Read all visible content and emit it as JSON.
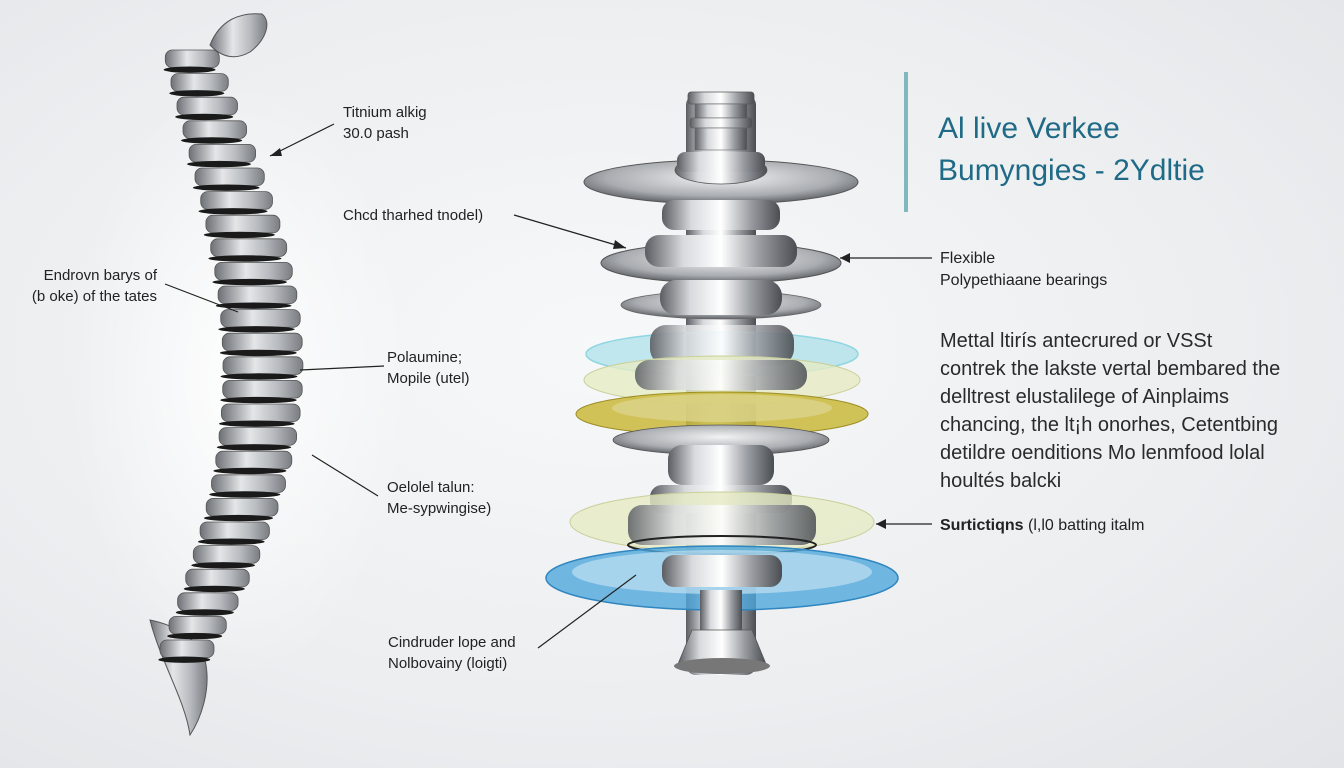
{
  "title": {
    "line1": "Al live Verkee",
    "line2": "Bumyngies - 2Ydltie"
  },
  "labels": {
    "titanium": {
      "line1": "Titnium alkig",
      "line2": "30.0 pash"
    },
    "chord": {
      "line1": "Chcd tharhed tnodel)"
    },
    "endrovn": {
      "line1": "Endrovn barys of",
      "line2": "(b oke) of the tates"
    },
    "polaumine": {
      "line1": "Polaumine;",
      "line2": "Mopile (utel)"
    },
    "oelolel": {
      "line1": "Oelolel talun:",
      "line2": "Me-sypwingise)"
    },
    "cindruder": {
      "line1": "Cindruder lope and",
      "line2": "Nolbovainy (loigti)"
    },
    "flexible": {
      "line1": "Flexible",
      "line2": "Polypethiaane bearings"
    },
    "surtictiqns": {
      "bold": "Surtictiqns",
      "rest": " (l,l0 batting italm"
    }
  },
  "description": [
    "Mettal ltirís antecrured or VSSt",
    "contrek the lakste vertal bembared the",
    "delltrest elustalilege of Ainplaims",
    "chancing, the lt¡h onorhes, Cetentbing",
    "detildre oenditions Mo lenmfood lolal",
    "houltés balcki"
  ],
  "colors": {
    "title": "#1f6a86",
    "accent_bar": "#7fb8bd",
    "disc_cyan": "#7fd3e0",
    "disc_yellow": "#c9b93a",
    "disc_blue": "#4fa8dc",
    "disc_cream": "#e6ebc4"
  }
}
